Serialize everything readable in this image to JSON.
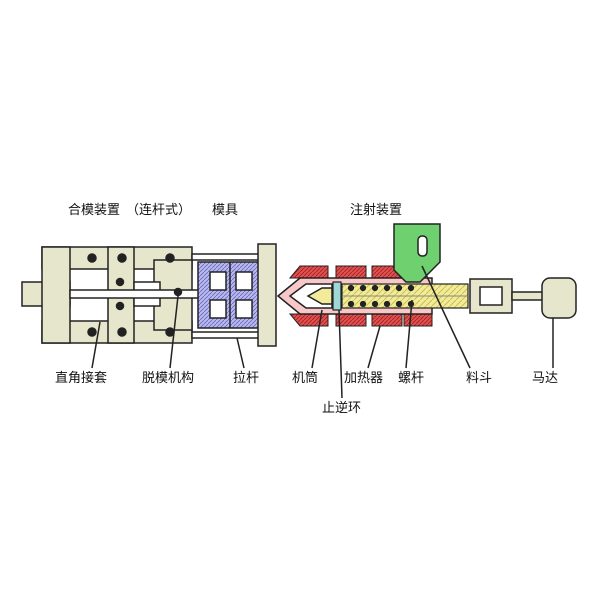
{
  "labels": {
    "clamping_unit": "合模装置",
    "clamping_type": "（连杆式）",
    "mold": "模具",
    "injection_unit": "注射装置",
    "toggle_sleeve": "直角接套",
    "ejector": "脱模机构",
    "tie_bar": "拉杆",
    "barrel": "机筒",
    "check_ring": "止逆环",
    "heater": "加热器",
    "screw": "螺杆",
    "hopper": "料斗",
    "motor": "马达"
  },
  "colors": {
    "frame_fill": "#e6e6cc",
    "mold_fill": "#b8b8ee",
    "heater_fill": "#e05050",
    "screw_fill": "#f2ec9a",
    "hopper_fill": "#6fd06f",
    "nozzle_fill": "#f8c8c8",
    "line": "#222222"
  }
}
